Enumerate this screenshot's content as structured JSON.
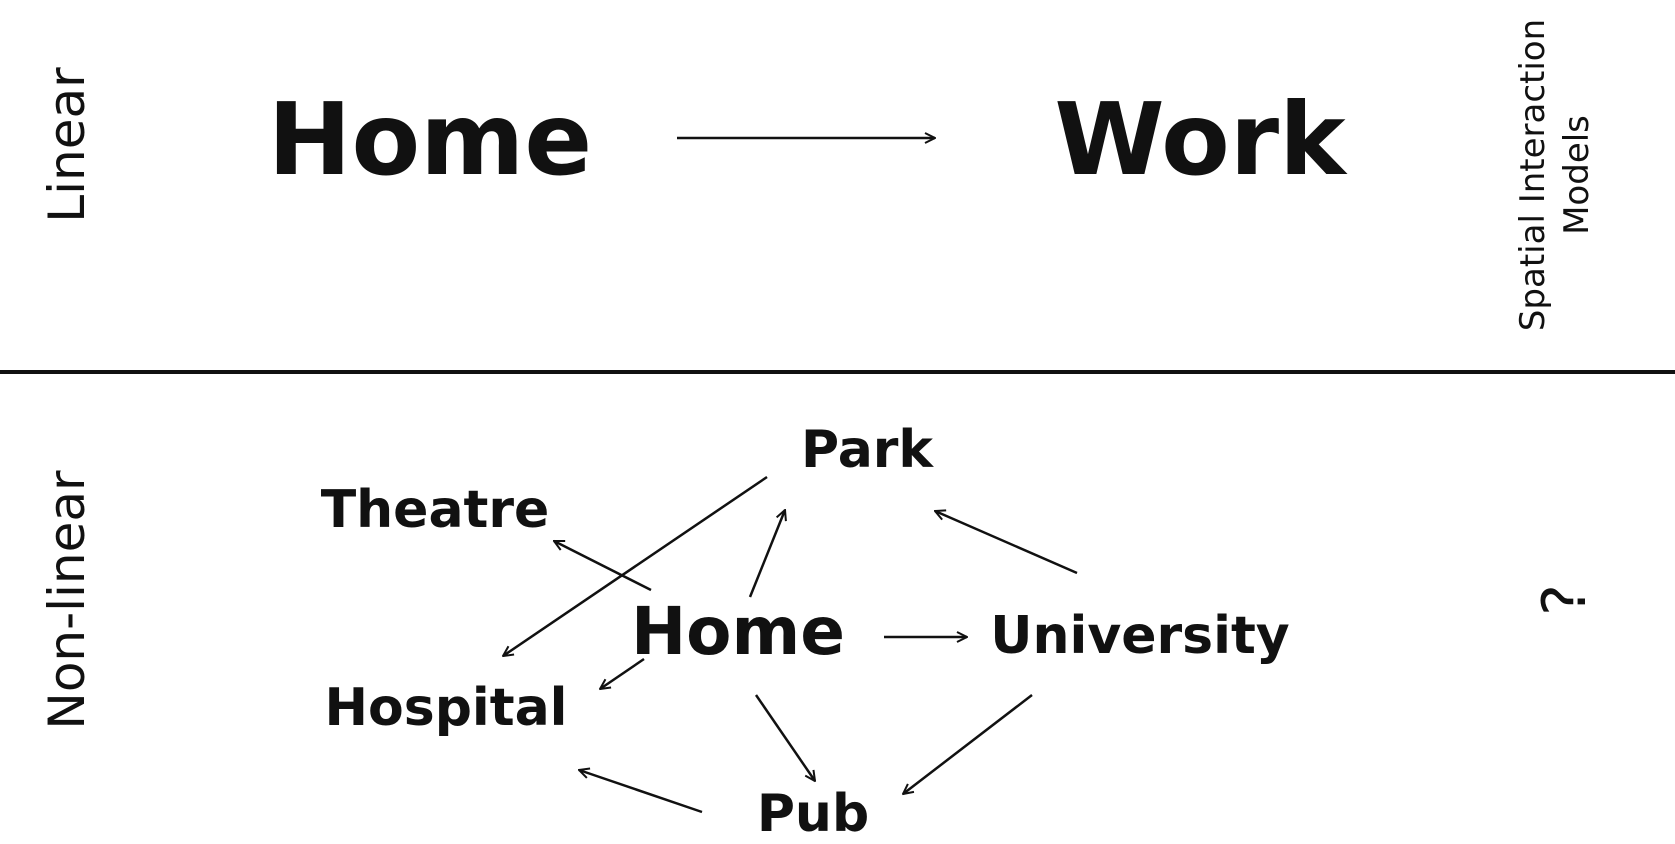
{
  "side_title": "Spatial Interaction\nModels",
  "linear": {
    "row_label": "Linear",
    "origin": "Home",
    "destination": "Work"
  },
  "nonlinear": {
    "row_label": "Non-linear",
    "marker": "?",
    "nodes": {
      "park": "Park",
      "theatre": "Theatre",
      "home": "Home",
      "university": "University",
      "hospital": "Hospital",
      "pub": "Pub"
    }
  }
}
